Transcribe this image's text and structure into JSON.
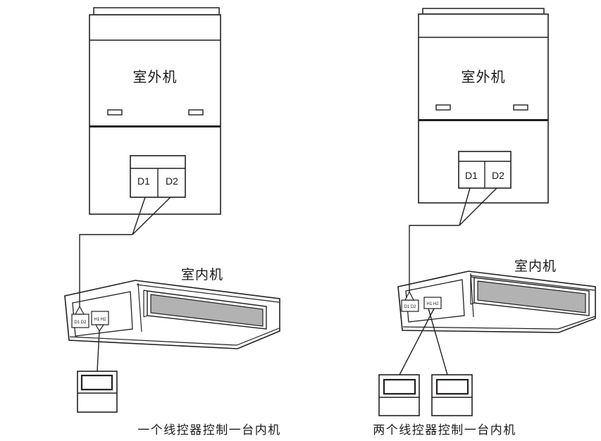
{
  "colors": {
    "line": "#231f20",
    "text": "#1a1a1a",
    "grille_fill": "#b2b2b2",
    "background": "#ffffff"
  },
  "diagrams": {
    "left": {
      "outdoor_unit_label": "室外机",
      "indoor_unit_label": "室内机",
      "outdoor_terminal": {
        "d1": "D1",
        "d2": "D2"
      },
      "indoor_terminal": {
        "data": "D1 D2",
        "controller": "H1 H2"
      },
      "controller_count": 1,
      "caption": "一个线控器控制一台内机"
    },
    "right": {
      "outdoor_unit_label": "室外机",
      "indoor_unit_label": "室内机",
      "outdoor_terminal": {
        "d1": "D1",
        "d2": "D2"
      },
      "indoor_terminal": {
        "data": "D1 D2",
        "controller": "H1 H2"
      },
      "controller_count": 2,
      "caption": "两个线控器控制一台内机"
    }
  }
}
